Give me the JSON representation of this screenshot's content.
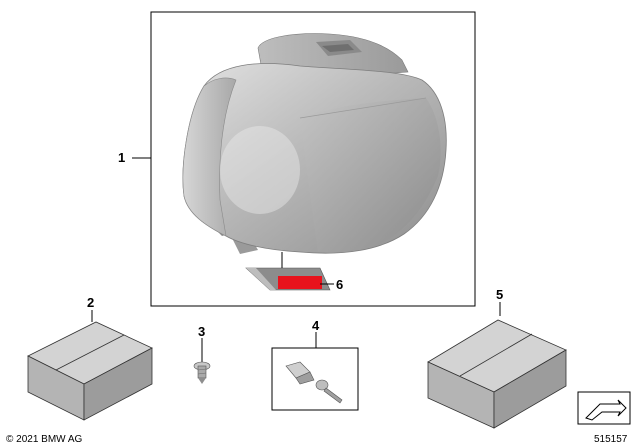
{
  "callouts": {
    "case": "1",
    "box_small": "2",
    "screw": "3",
    "lock_set": "4",
    "box_large": "5",
    "reflector": "6"
  },
  "copyright": "© 2021 BMW AG",
  "diagram_id": "515157",
  "colors": {
    "reflector": "#e8121c",
    "case_body": "#b5b5b5",
    "box": "#c2c2c2"
  }
}
